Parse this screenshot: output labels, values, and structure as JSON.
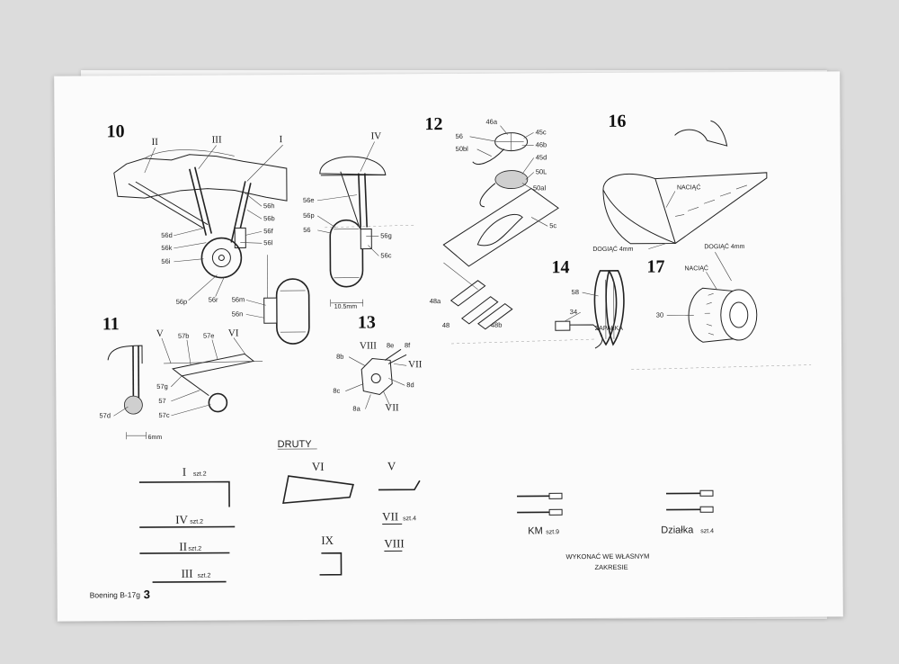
{
  "figures": {
    "f10": {
      "number": "10",
      "labels": [
        "II",
        "III",
        "I",
        "56h",
        "56b",
        "56f",
        "56l",
        "56d",
        "56k",
        "56i",
        "56p",
        "56r",
        "56m",
        "56n"
      ]
    },
    "f11": {
      "number": "11",
      "labels": [
        "V",
        "57b",
        "57e",
        "VI",
        "57g",
        "57",
        "57c",
        "57d",
        "6mm"
      ]
    },
    "f12": {
      "number": "12",
      "labels": [
        "46a",
        "45c",
        "46b",
        "56",
        "50bl",
        "45d",
        "50L",
        "50al",
        "5c",
        "48a",
        "48",
        "48b"
      ]
    },
    "f13": {
      "number": "13",
      "labels": [
        "IV",
        "56e",
        "56p",
        "56",
        "56g",
        "56c",
        "VIII",
        "8e",
        "8f",
        "8b",
        "VII",
        "8c",
        "8d",
        "8a",
        "VII",
        "10.5mm"
      ]
    },
    "f14": {
      "number": "14",
      "labels": [
        "58",
        "34",
        "ZAPAŁKA"
      ]
    },
    "f16": {
      "number": "16",
      "labels": [
        "NACIĄĆ",
        "DOGIĄĆ 4mm"
      ]
    },
    "f17": {
      "number": "17",
      "labels": [
        "DOGIĄĆ 4mm",
        "NACIĄĆ",
        "30"
      ]
    }
  },
  "wires": {
    "title": "DRUTY",
    "I": {
      "roman": "I",
      "qty": "szt.2"
    },
    "IV": {
      "roman": "IV",
      "qty": "szt.2"
    },
    "II": {
      "roman": "II",
      "qty": "szt.2"
    },
    "III": {
      "roman": "III",
      "qty": "szt.2"
    },
    "VI": {
      "roman": "VI"
    },
    "V": {
      "roman": "V"
    },
    "VII": {
      "roman": "VII",
      "qty": "szt.4"
    },
    "VIII": {
      "roman": "VIII"
    },
    "IX": {
      "roman": "IX"
    }
  },
  "guns": {
    "km": {
      "label": "KM",
      "qty": "szt.9"
    },
    "dzialka": {
      "label": "Działka",
      "qty": "szt.4"
    },
    "note_line1": "WYKONAĆ WE WŁASNYM",
    "note_line2": "ZAKRESIE"
  },
  "footer": {
    "model": "Boening B-17g",
    "page": "3"
  }
}
